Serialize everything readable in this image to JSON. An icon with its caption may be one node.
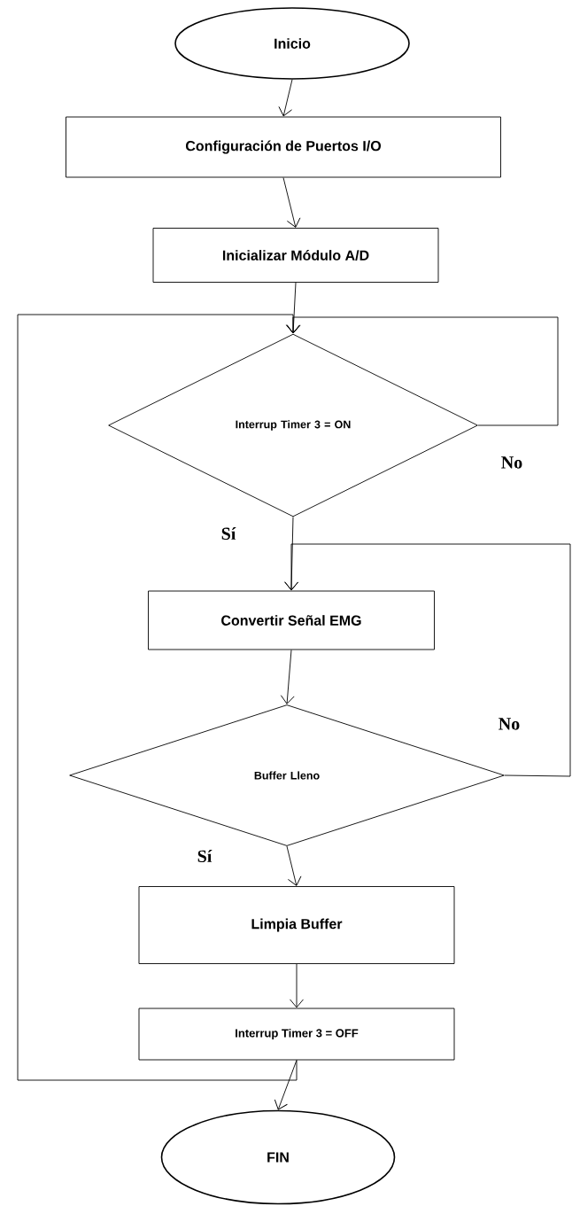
{
  "diagram": {
    "nodes": [
      {
        "text": [
          "Inicio"
        ]
      },
      {
        "text": [
          "Configuración de Puertos I/O"
        ]
      },
      {
        "text": [
          "Inicializar Módulo A/D"
        ]
      },
      {
        "text": [
          "Interrup Timer 3 = ON"
        ]
      },
      {
        "text": [
          "Convertir Señal EMG"
        ]
      },
      {
        "text": [
          "Buffer Lleno"
        ]
      },
      {
        "text": [
          "Limpia Buffer"
        ]
      },
      {
        "text": [
          "Interrup Timer 3 = OFF"
        ]
      },
      {
        "text": [
          "FIN"
        ]
      }
    ],
    "edges": [
      {
        "from": 0,
        "to": 1,
        "arrow": "to"
      },
      {
        "from": 1,
        "to": 2,
        "arrow": "to"
      },
      {
        "from": 2,
        "to": 3,
        "arrow": "to"
      },
      {
        "from": 3,
        "to": 3,
        "arrow": "to",
        "label": "No"
      },
      {
        "from": 3,
        "to": 4,
        "arrow": "to",
        "label": "Sí"
      },
      {
        "from": 4,
        "to": 5,
        "arrow": "to"
      },
      {
        "from": 5,
        "to": 6,
        "arrow": "to",
        "label": "Sí"
      },
      {
        "from": 5,
        "to": 4,
        "arrow": "to",
        "label": "No"
      },
      {
        "from": 6,
        "to": 7,
        "arrow": "to"
      },
      {
        "from": 7,
        "to": 8,
        "arrow": "to"
      },
      {
        "from": 7,
        "to": 3,
        "arrow": "to"
      }
    ]
  }
}
